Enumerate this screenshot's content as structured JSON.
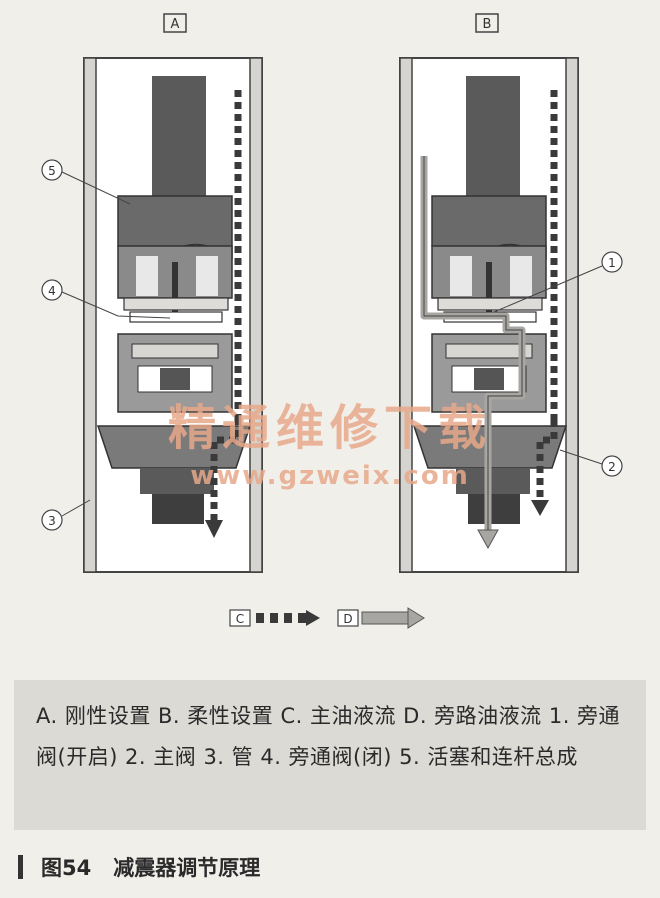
{
  "panels": {
    "a_label": "A",
    "b_label": "B"
  },
  "callouts": {
    "c1": "1",
    "c2": "2",
    "c3": "3",
    "c4": "4",
    "c5": "5"
  },
  "legend": {
    "c_label": "C",
    "d_label": "D"
  },
  "watermark": {
    "text": "精通维修下载",
    "url": "www.gzweix.com"
  },
  "caption": {
    "text": "A. 刚性设置  B. 柔性设置  C. 主油液流  D. 旁路油液流  1. 旁通阀(开启)  2. 主阀 3. 管  4. 旁通阀(闭)  5. 活塞和连杆总成"
  },
  "figure_title": {
    "number": "图54",
    "text": "减震器调节原理"
  },
  "colors": {
    "dark": "#3a3a3a",
    "mid": "#7a7a7a",
    "light": "#c8c6c2",
    "watermark": "#e6a88a",
    "background": "#f1efea"
  }
}
